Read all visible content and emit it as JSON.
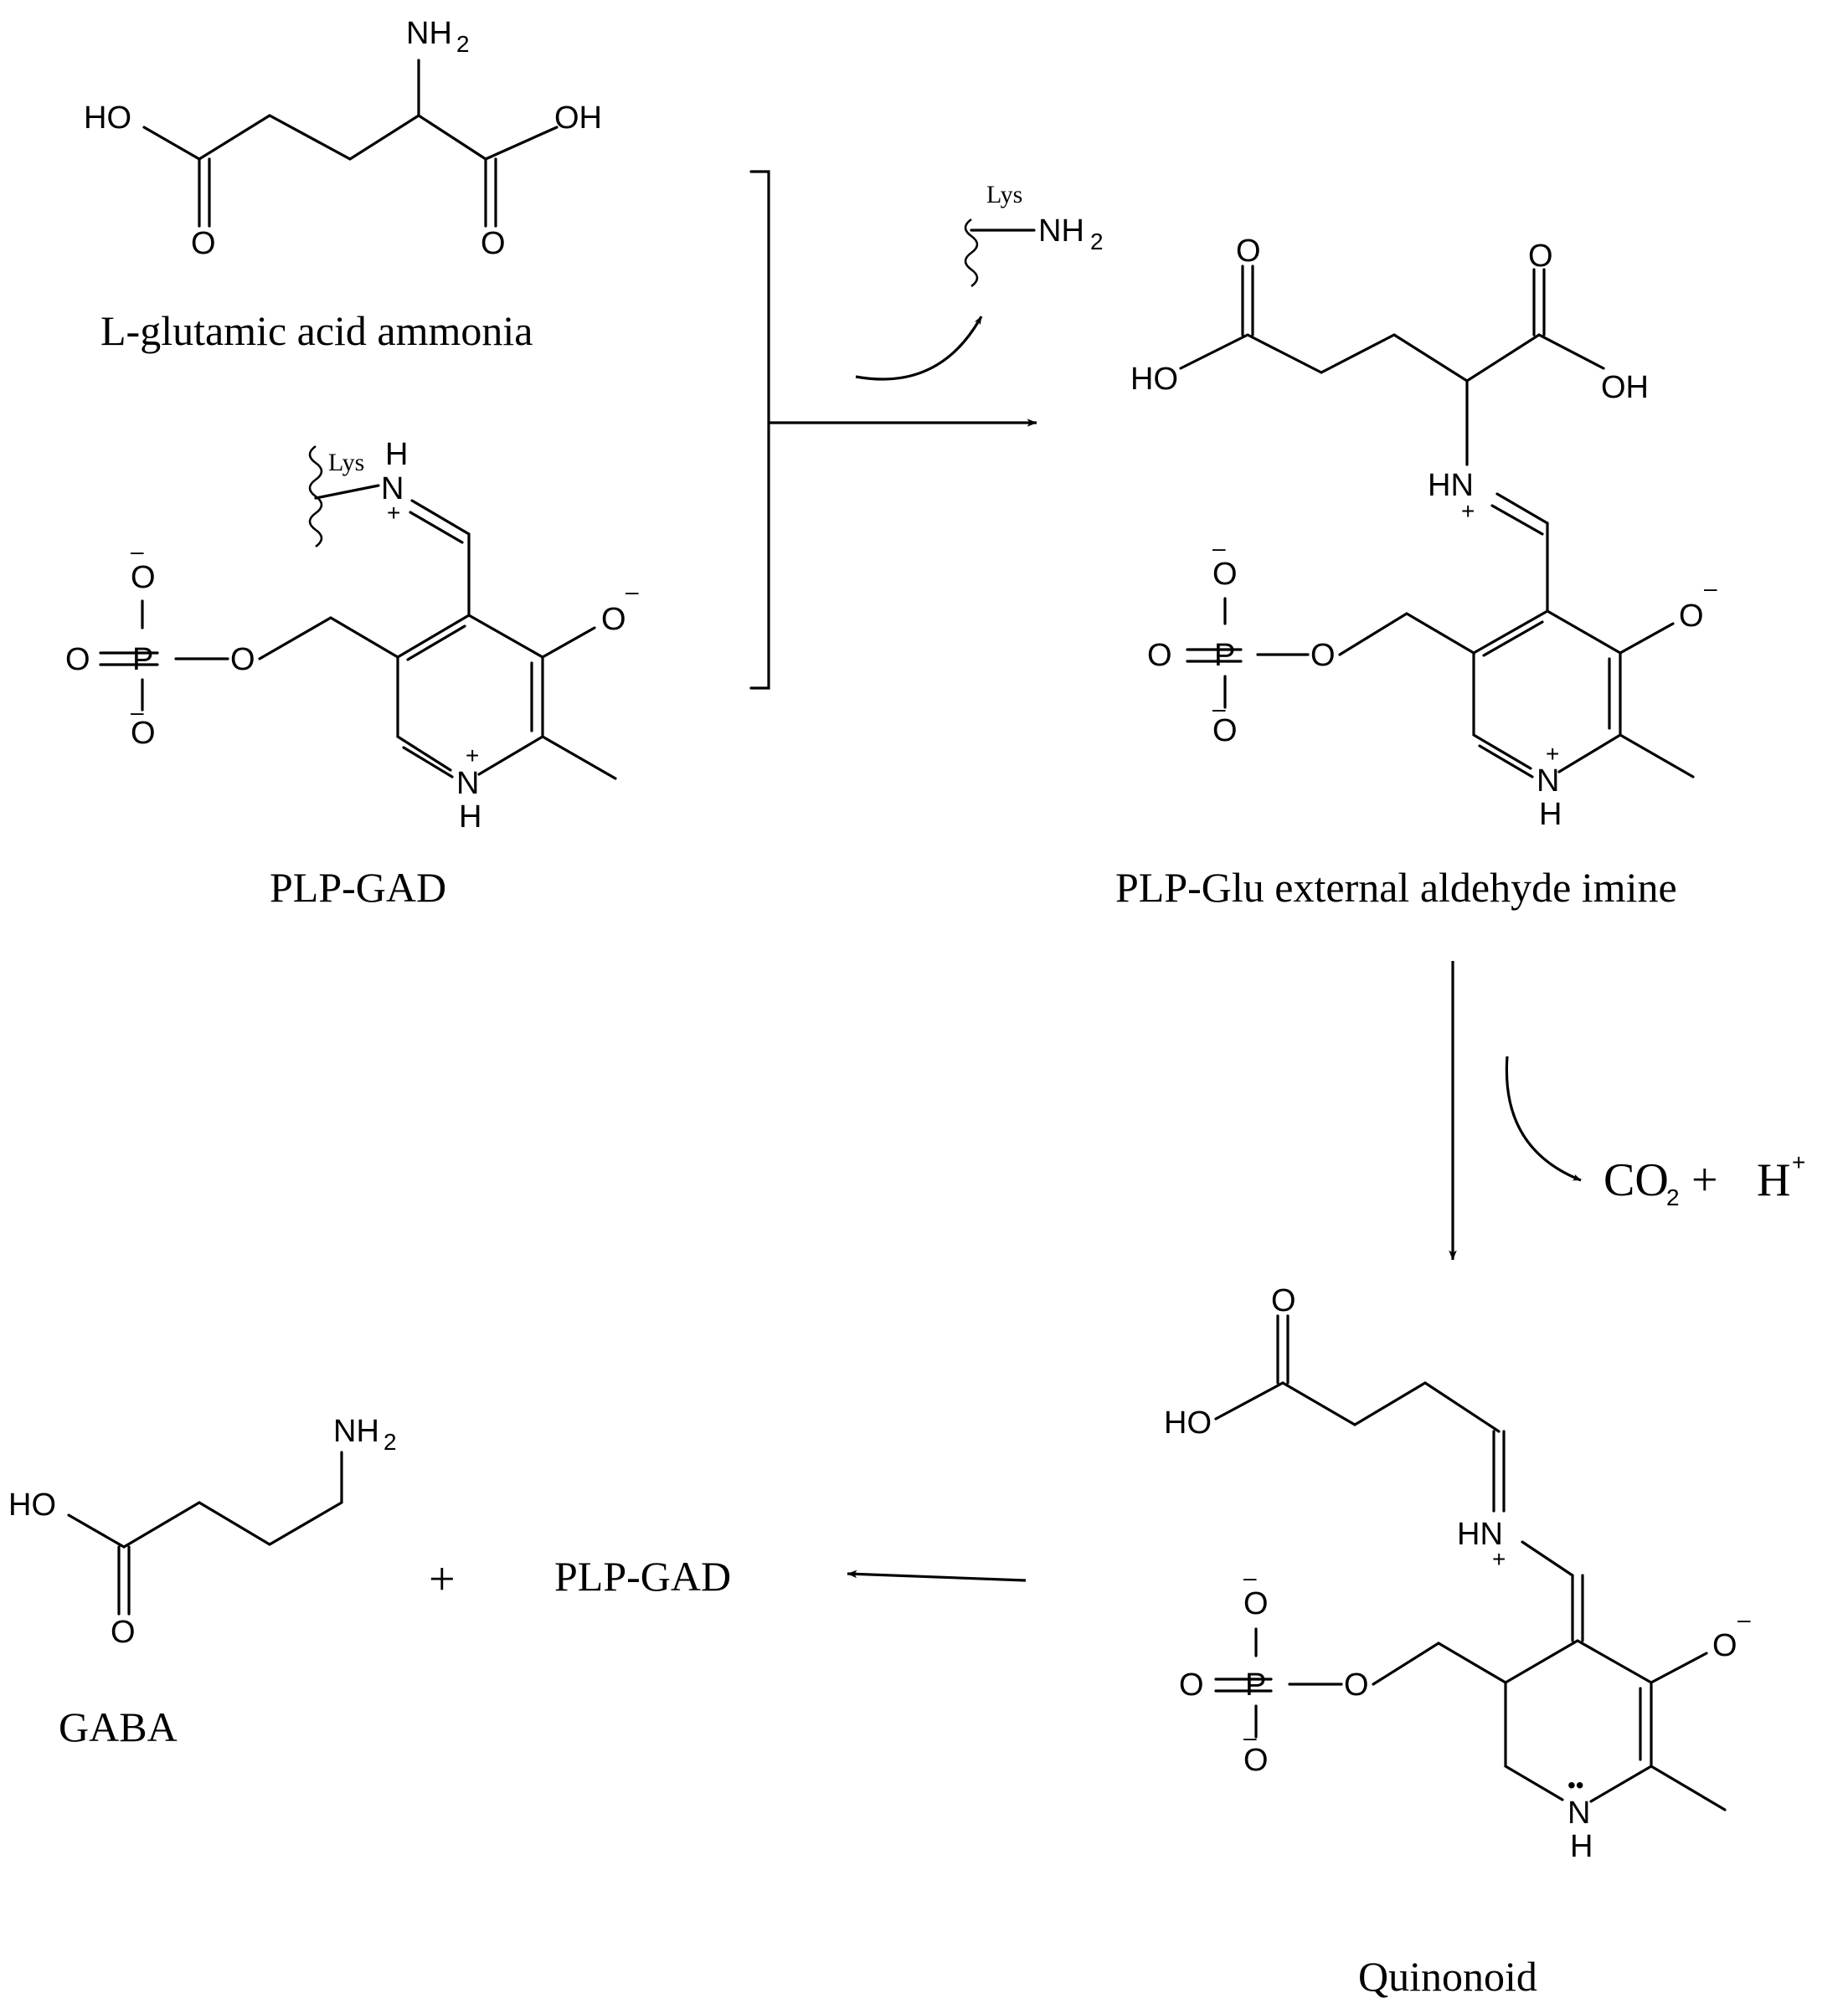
{
  "labels": {
    "glutamic": "L-glutamic acid ammonia",
    "plp_gad_top": "PLP-GAD",
    "external_imine": "PLP-Glu external aldehyde imine",
    "quinonoid": "Quinonoid",
    "gaba": "GABA",
    "plp_gad_bottom": "PLP-GAD"
  },
  "byproducts": {
    "lys": "Lys",
    "co2": "CO",
    "co2_sub": "2",
    "plus": "+",
    "h": "H",
    "h_sup": "+"
  },
  "atoms": {
    "nh2": "NH",
    "sub2": "2",
    "ho": "HO",
    "oh": "OH",
    "o": "O",
    "p": "P",
    "n": "N",
    "h": "H",
    "hn": "HN",
    "plus": "+",
    "minus": "–",
    "lone_pair": "••"
  }
}
